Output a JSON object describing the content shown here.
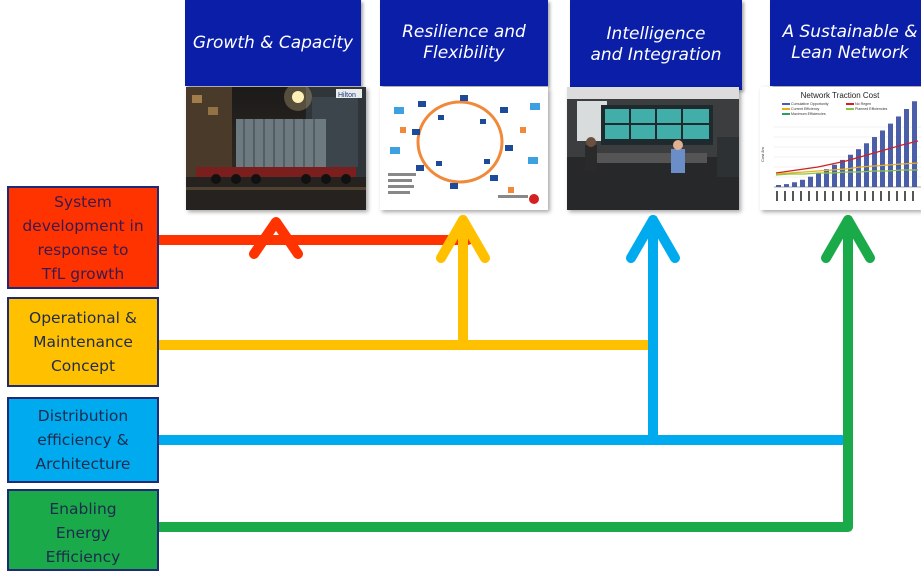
{
  "pillars": [
    {
      "label": "Growth & Capacity"
    },
    {
      "label": "Resilience and\nFlexibility"
    },
    {
      "label": "Intelligence\nand Integration"
    },
    {
      "label": "A Sustainable &\nLean Network"
    }
  ],
  "streams": [
    {
      "label": "System\ndevelopment in\nresponse to\nTfL growth",
      "color": "#ff3300"
    },
    {
      "label": "Operational &\nMaintenance\nConcept",
      "color": "#ffc000"
    },
    {
      "label": "Distribution\nefficiency &\nArchitecture",
      "color": "#00aaee"
    },
    {
      "label": "Enabling\nEnergy\nEfficiency",
      "color": "#1aaa4a"
    }
  ],
  "photo_sign": "Hilton",
  "chart_thumb": {
    "title": "Network Traction Cost",
    "ylabel": "Cost £m",
    "legend": [
      "Cumulative Opportunity",
      "No Regen",
      "Current Efficiency",
      "Planned Efficiencies",
      "Maximum Efficiencies"
    ]
  },
  "colors": {
    "pillar_bg": "#0a1ea8",
    "border": "#1f2a77"
  }
}
